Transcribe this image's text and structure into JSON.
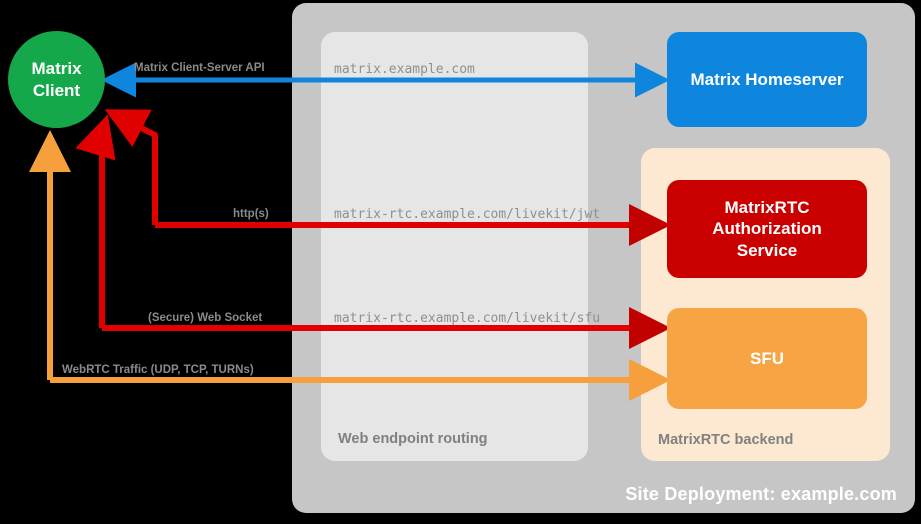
{
  "diagram": {
    "site": {
      "label": "Site Deployment: example.com"
    },
    "routing": {
      "label": "Web endpoint routing"
    },
    "backend": {
      "label": "MatrixRTC backend"
    },
    "nodes": {
      "client": {
        "line1": "Matrix",
        "line2": "Client",
        "color": "#14a84b"
      },
      "homeserver": {
        "label": "Matrix Homeserver",
        "color": "#0e86dd"
      },
      "auth_service": {
        "line1": "MatrixRTC",
        "line2": "Authorization",
        "line3": "Service",
        "color": "#ca0000"
      },
      "sfu": {
        "label": "SFU",
        "color": "#f7a444"
      }
    },
    "edges": [
      {
        "name": "matrix-client-server-api",
        "protocol_label": "Matrix Client-Server API",
        "endpoint": "matrix.example.com",
        "color": "#0e86dd",
        "direction": "bidirectional"
      },
      {
        "name": "matrixrtc-jwt",
        "protocol_label": "http(s)",
        "endpoint": "matrix-rtc.example.com/livekit/jwt",
        "color": "#e00000",
        "direction": "bidirectional"
      },
      {
        "name": "matrixrtc-sfu-websocket",
        "protocol_label": "(Secure) Web Socket",
        "endpoint": "matrix-rtc.example.com/livekit/sfu",
        "color": "#e00000",
        "direction": "bidirectional"
      },
      {
        "name": "webrtc-traffic",
        "protocol_label": "WebRTC Traffic (UDP, TCP, TURNs)",
        "endpoint": "",
        "color": "#f5a03c",
        "direction": "bidirectional"
      }
    ]
  }
}
